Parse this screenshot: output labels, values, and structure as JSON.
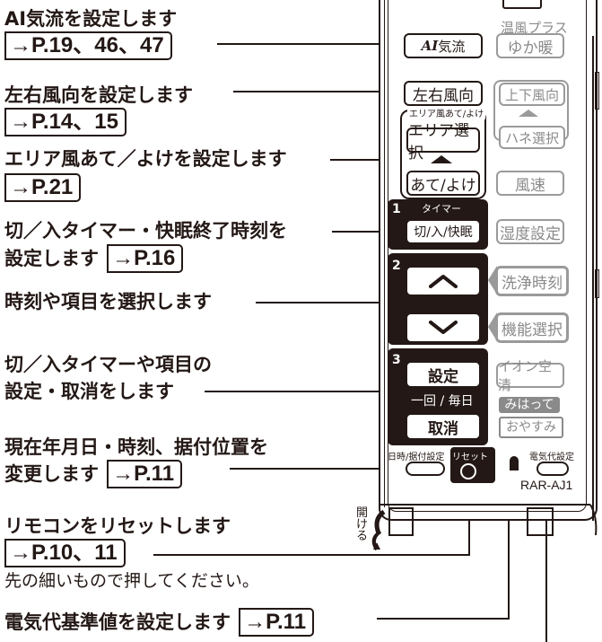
{
  "labels": {
    "ai": {
      "text": "AI気流を設定します",
      "ref": "→P.19、46、47"
    },
    "lr": {
      "text": "左右風向を設定します",
      "ref": "→P.14、15"
    },
    "area": {
      "text": "エリア風あて／よけを設定します",
      "ref": "→P.21"
    },
    "timer": {
      "text1": "切／入タイマー・快眠終了時刻を",
      "text2": "設定します",
      "ref": "→P.16"
    },
    "select": {
      "text": "時刻や項目を選択します"
    },
    "set": {
      "text1": "切／入タイマーや項目の",
      "text2": "設定・取消をします"
    },
    "date": {
      "text1": "現在年月日・時刻、据付位置を",
      "text2": "変更します",
      "ref": "→P.11"
    },
    "reset": {
      "text": "リモコンをリセットします",
      "ref": "→P.10、11",
      "note": "先の細いもので押してください。"
    },
    "elec": {
      "text": "電気代基準値を設定します",
      "ref": "→P.11"
    }
  },
  "remote": {
    "onsen_plus": "温風プラス",
    "ai_btn": "AI気流",
    "ai_btn_prefix": "AI",
    "ai_btn_suffix": "気流",
    "yuka_btn": "ゆか暖",
    "sayu_btn": "左右風向",
    "joge_btn": "上下風向",
    "area_small": "エリア風あて/よけ",
    "area_btn": "エリア選択",
    "hane_btn": "ハネ選択",
    "ate_btn": "あて/よけ",
    "fusoku_btn": "風速",
    "num1": "1",
    "timer_small": "タイマー",
    "timer_btn": "切/入/快眠",
    "shitsudo_btn": "湿度設定",
    "num2": "2",
    "senjo_btn": "洗浄時刻",
    "kino_btn": "機能選択",
    "num3": "3",
    "settei_btn": "設定",
    "ion_btn": "イオン空清",
    "ichikai": "一回 / 毎日",
    "mihatte_btn": "みはって",
    "torikeshi_btn": "取消",
    "oyasumi_btn": "おやすみ",
    "date_small": "日時/据付設定",
    "reset_small": "リセット",
    "denki_small": "電気代設定",
    "model": "RAR-AJ1",
    "open_text": "開ける"
  }
}
